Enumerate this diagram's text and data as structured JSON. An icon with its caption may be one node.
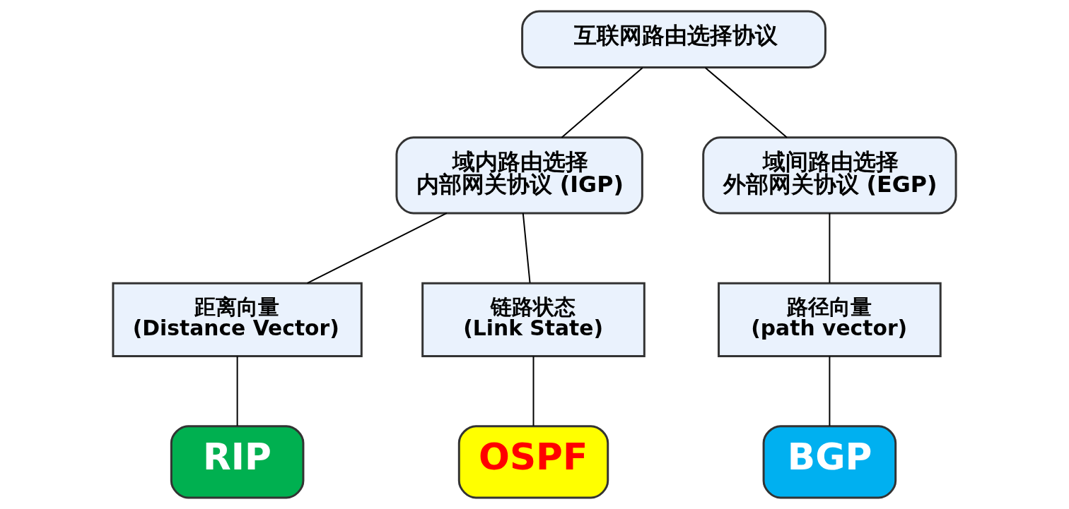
{
  "diagram": {
    "nodes": [
      {
        "text": [
          "互联网路由选择协议"
        ]
      },
      {
        "text": [
          "域内路由选择",
          "内部网关协议 (IGP)"
        ]
      },
      {
        "text": [
          "域间路由选择",
          "外部网关协议 (EGP)"
        ]
      },
      {
        "text": [
          "距离向量",
          "(Distance Vector)"
        ]
      },
      {
        "text": [
          "链路状态",
          "(Link State)"
        ]
      },
      {
        "text": [
          "路径向量",
          "(path vector)"
        ]
      },
      {
        "text": [
          "RIP"
        ]
      },
      {
        "text": [
          "OSPF"
        ]
      },
      {
        "text": [
          "BGP"
        ]
      }
    ],
    "edges": [
      {
        "from": 0,
        "to": 1,
        "arrow": "none"
      },
      {
        "from": 0,
        "to": 2,
        "arrow": "none"
      },
      {
        "from": 1,
        "to": 3,
        "arrow": "none"
      },
      {
        "from": 1,
        "to": 4,
        "arrow": "none"
      },
      {
        "from": 2,
        "to": 5,
        "arrow": "none"
      },
      {
        "from": 3,
        "to": 6,
        "arrow": "none"
      },
      {
        "from": 4,
        "to": 7,
        "arrow": "none"
      },
      {
        "from": 5,
        "to": 8,
        "arrow": "none"
      }
    ]
  }
}
